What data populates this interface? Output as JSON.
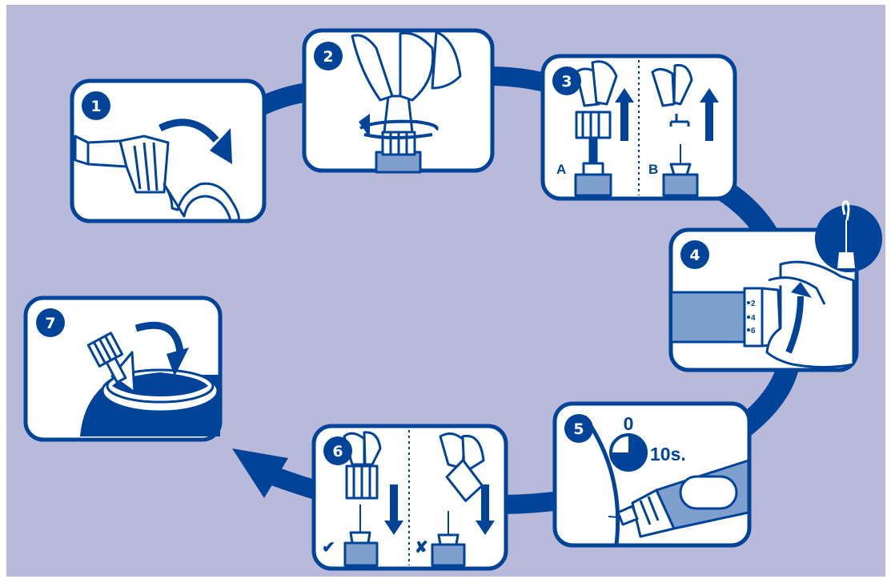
{
  "colors": {
    "background": "#b9bada",
    "navy": "#00449a",
    "pen_light": "#7f9fcf",
    "panel": "#ffffff"
  },
  "steps": [
    {
      "number": "1",
      "icon": "needle-cap-peel-icon"
    },
    {
      "number": "2",
      "icon": "needle-screw-on-icon"
    },
    {
      "number": "3",
      "icon": "remove-needle-caps-icon",
      "labels": [
        "A",
        "B"
      ]
    },
    {
      "number": "4",
      "icon": "dose-dial-icon",
      "dial_marks": [
        "2",
        "4",
        "6"
      ]
    },
    {
      "number": "5",
      "icon": "inject-timer-icon",
      "timer_start": "0",
      "timer_label": "10s."
    },
    {
      "number": "6",
      "icon": "recap-needle-icon",
      "marks": [
        "✔",
        "✘"
      ]
    },
    {
      "number": "7",
      "icon": "needle-disposal-icon"
    }
  ]
}
